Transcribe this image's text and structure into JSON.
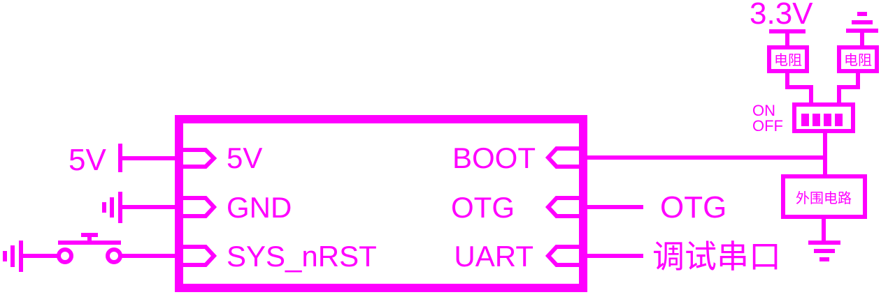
{
  "module": {
    "left_pins": [
      "5V",
      "GND",
      "SYS_nRST"
    ],
    "right_pins": [
      "BOOT",
      "OTG",
      "UART"
    ]
  },
  "external": {
    "supply_5v": "5V",
    "otg_net": "OTG",
    "uart_net": "调试串口",
    "supply_3v3": "3.3V",
    "resistor_label": "电阻",
    "peripheral_label": "外围电路",
    "switch_on": "ON",
    "switch_off": "OFF"
  },
  "colors": {
    "ink": "#ff00ff",
    "background": "#ffffff"
  }
}
